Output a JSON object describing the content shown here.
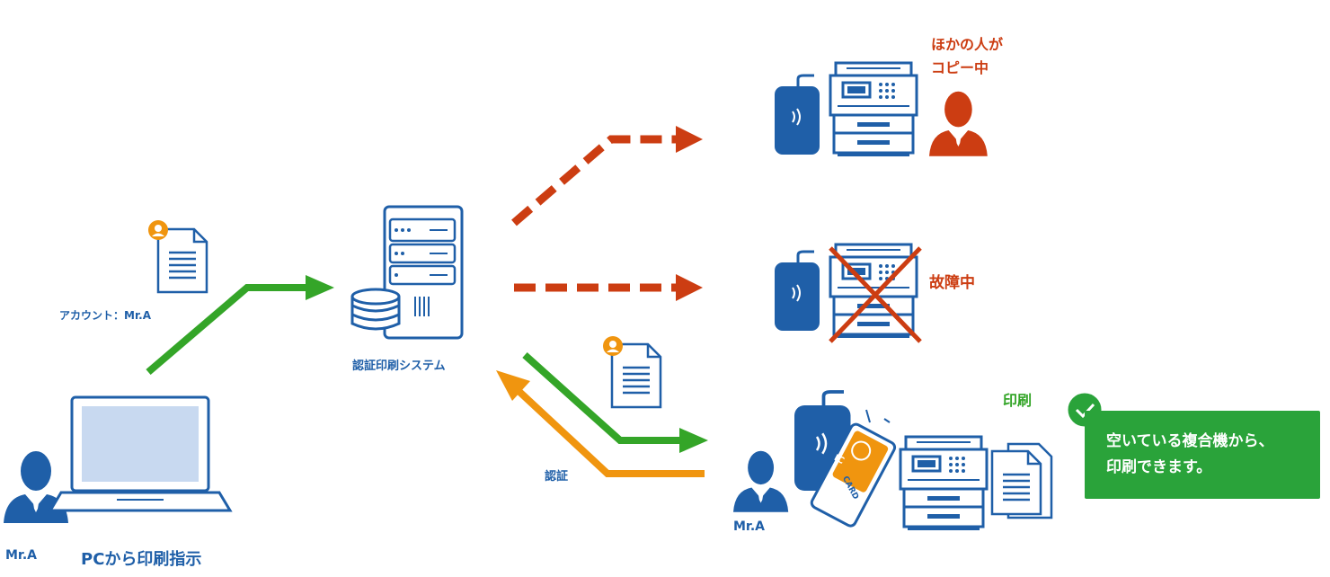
{
  "labels": {
    "account": "アカウント：Mr.A",
    "system": "認証印刷システム",
    "auth": "認証",
    "pc_user": "Mr.A",
    "pc_instruction": "PCから印刷指示",
    "printer_user": "Mr.A",
    "busy_line1": "ほかの人が",
    "busy_line2": "コピー中",
    "broken": "故障中",
    "print": "印刷",
    "card": "CARD",
    "ic": "IC"
  },
  "callout": {
    "line1": "空いている複合機から、",
    "line2": "印刷できます。"
  },
  "colors": {
    "blue": "#1f5fa8",
    "red": "#cc3d12",
    "green": "#34a528",
    "orange": "#f0950f",
    "callout_bg": "#2aa33a"
  },
  "icons": [
    "person-icon",
    "laptop-icon",
    "document-icon",
    "server-icon",
    "database-icon",
    "card-reader-icon",
    "printer-icon",
    "ic-card-icon",
    "check-icon",
    "cross-icon"
  ]
}
